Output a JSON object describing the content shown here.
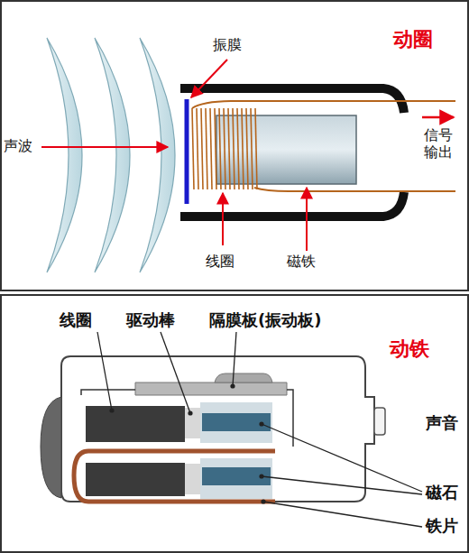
{
  "diagram": {
    "labels": [
      "振膜",
      "动圈",
      "声波",
      "信号 输出",
      "线圈",
      "磁铁",
      "线圈",
      "驱动棒",
      "隔膜板(振动板)",
      "动铁",
      "声音",
      "磁石",
      "铁片"
    ]
  }
}
